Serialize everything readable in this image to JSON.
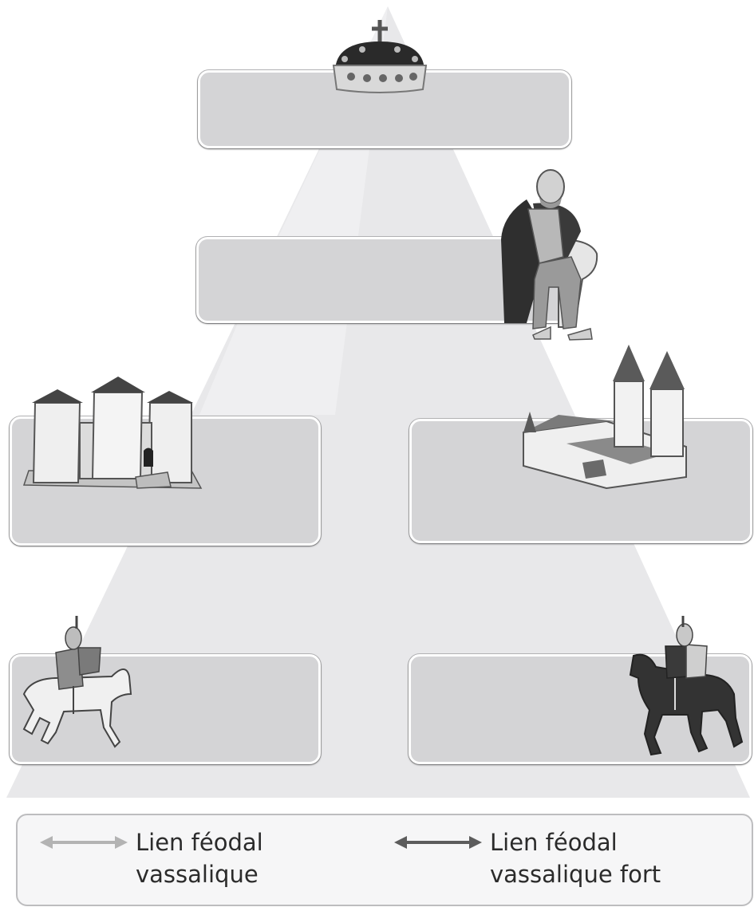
{
  "diagram": {
    "levels": [
      {
        "id": "king",
        "icon": "crown-icon",
        "label": ""
      },
      {
        "id": "great-lord",
        "icon": "seated-lord-icon",
        "label": ""
      },
      {
        "id": "castle",
        "icon": "castle-icon",
        "label": ""
      },
      {
        "id": "abbey",
        "icon": "abbey-icon",
        "label": ""
      },
      {
        "id": "knight-left",
        "icon": "knight-on-horse-icon",
        "label": ""
      },
      {
        "id": "knight-right",
        "icon": "knight-on-horse-icon",
        "label": ""
      }
    ]
  },
  "legend": {
    "weak_link": {
      "line1": "Lien féodal",
      "line2": "vassalique",
      "color": "#b3b3b3"
    },
    "strong_link": {
      "line1": "Lien féodal",
      "line2": "vassalique fort",
      "color": "#5c5c5c"
    }
  }
}
